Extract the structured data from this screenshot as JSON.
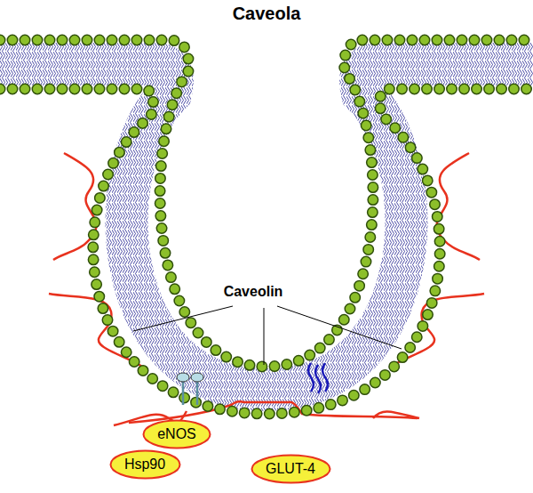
{
  "diagram": {
    "title": "Caveola",
    "nodes": [
      {
        "text": [
          "eNOS"
        ]
      },
      {
        "text": [
          "Hsp90"
        ]
      },
      {
        "text": [
          "GLUT-4"
        ]
      }
    ],
    "labels": [
      "Caveolin"
    ]
  }
}
